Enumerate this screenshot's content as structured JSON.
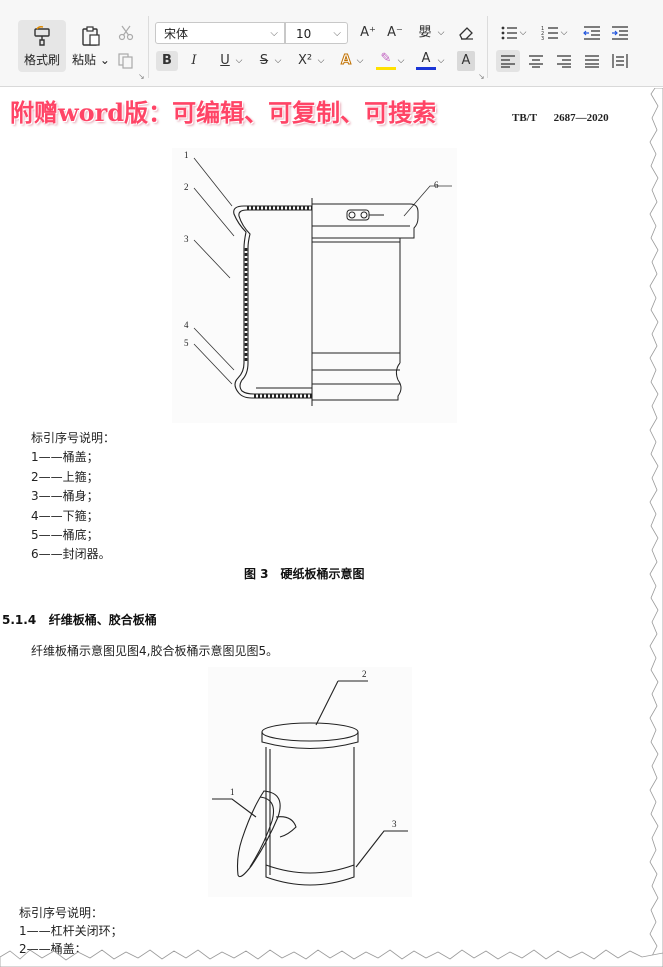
{
  "ribbon": {
    "format_painter_label": "格式刷",
    "paste_label": "粘贴",
    "paste_arrow": "⌄",
    "font_name": "宋体",
    "font_size": "10",
    "grow_font": "A⁺",
    "shrink_font": "A⁻",
    "phonetic": "嬰",
    "bold": "B",
    "italic": "I",
    "underline": "U",
    "strikethrough": "S",
    "superscript": "X²",
    "text_effect": "A",
    "highlight": "✎",
    "font_color": "A",
    "char_shading": "A",
    "font_color_hex": "#1a35d6",
    "bullets": "☰",
    "numbering": "☰",
    "decrease_indent": "⇤",
    "increase_indent": "⇥",
    "align_left": "≡",
    "align_center": "≡",
    "align_right": "≡",
    "justify": "≡",
    "distributed": "⊟"
  },
  "document": {
    "banner": "附赠word版：可编辑、可复制、可搜索",
    "banner_color": "#ff4466",
    "standard_number": "TB/T 2687—2020",
    "figure3": {
      "callouts": [
        "1",
        "2",
        "3",
        "4",
        "5",
        "6"
      ],
      "legend_title": "标引序号说明：",
      "legend_items": [
        "1——桶盖；",
        "2——上箍；",
        "3——桶身；",
        "4——下箍；",
        "5——桶底；",
        "6——封闭器。"
      ],
      "caption": "图 3　硬纸板桶示意图"
    },
    "section": {
      "number": "5.1.4",
      "title": "纤维板桶、胶合板桶",
      "body": "纤维板桶示意图见图4,胶合板桶示意图见图5。"
    },
    "figure4": {
      "callouts": [
        "1",
        "2",
        "3"
      ],
      "legend_title": "标引序号说明：",
      "legend_items": [
        "1——杠杆关闭环；",
        "2——桶盖；"
      ]
    }
  }
}
